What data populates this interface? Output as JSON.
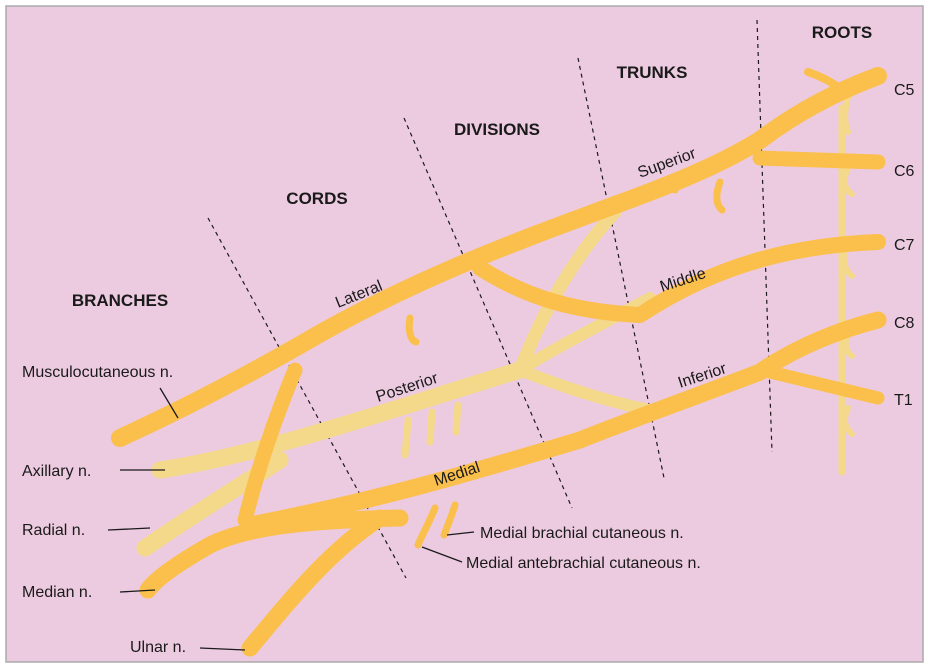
{
  "colors": {
    "background": "#eccbe0",
    "border": "#aaaaaa",
    "nerve_main": "#fbbf4c",
    "nerve_posterior": "#f4d98a",
    "text": "#1a1a1a"
  },
  "headers": {
    "roots": "ROOTS",
    "trunks": "TRUNKS",
    "divisions": "DIVISIONS",
    "cords": "CORDS",
    "branches": "BRANCHES"
  },
  "roots": [
    "C5",
    "C6",
    "C7",
    "C8",
    "T1"
  ],
  "trunks": {
    "superior": "Superior",
    "middle": "Middle",
    "inferior": "Inferior"
  },
  "cords": {
    "lateral": "Lateral",
    "posterior": "Posterior",
    "medial": "Medial"
  },
  "branches": {
    "musculocutaneous": "Musculocutaneous n.",
    "axillary": "Axillary n.",
    "radial": "Radial n.",
    "median": "Median n.",
    "ulnar": "Ulnar n.",
    "medial_brachial": "Medial brachial cutaneous n.",
    "medial_antebrachial": "Medial antebrachial cutaneous n."
  }
}
